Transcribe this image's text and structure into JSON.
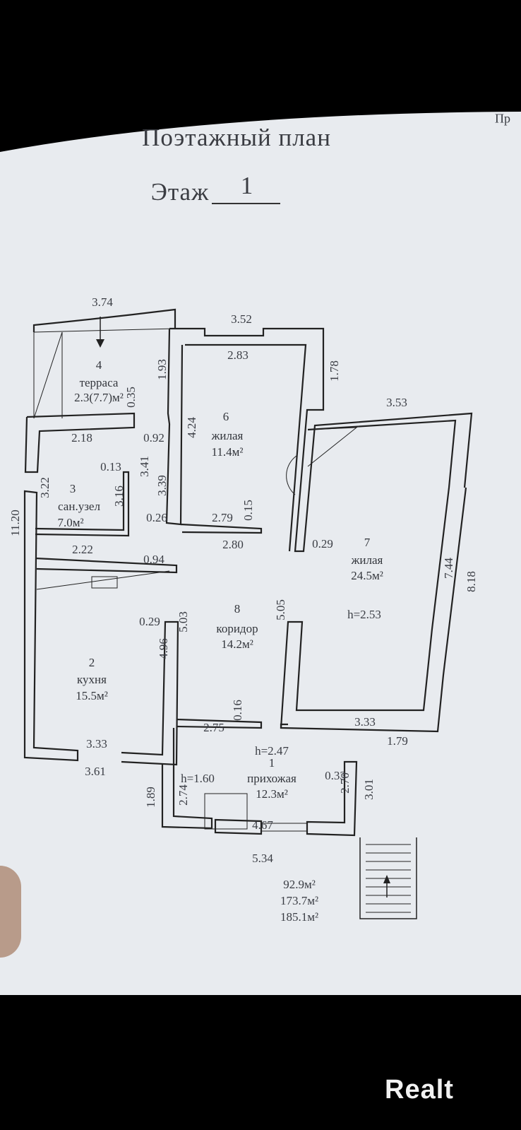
{
  "header_partial": "Пр",
  "title": "Поэтажный план",
  "floor_label": "Этаж",
  "floor_number": "1",
  "rooms": [
    {
      "num": "4",
      "name": "терраса",
      "area": "2.3(7.7)м²"
    },
    {
      "num": "6",
      "name": "жилая",
      "area": "11.4м²"
    },
    {
      "num": "3",
      "name": "сан.узел",
      "area": "7.0м²"
    },
    {
      "num": "7",
      "name": "жилая",
      "area": "24.5м²"
    },
    {
      "num": "8",
      "name": "коридор",
      "area": "14.2м²"
    },
    {
      "num": "2",
      "name": "кухня",
      "area": "15.5м²"
    },
    {
      "num": "1",
      "name": "прихожая",
      "area": "12.3м²"
    }
  ],
  "heights": [
    "h=2.53",
    "h=2.47",
    "h=1.60"
  ],
  "dims": [
    "3.74",
    "3.52",
    "2.83",
    "1.93",
    "1.78",
    "3.53",
    "0.35",
    "2.18",
    "0.92",
    "4.24",
    "0.13",
    "3.41",
    "3.39",
    "3.22",
    "3.16",
    "11.20",
    "0.26",
    "2.79",
    "0.15",
    "2.80",
    "0.29",
    "2.22",
    "0.94",
    "7.44",
    "8.18",
    "0.29",
    "5.03",
    "5.05",
    "4.96",
    "2.75",
    "0.16",
    "3.33",
    "1.79",
    "0.33",
    "3.33",
    "3.61",
    "2.70",
    "3.01",
    "2.74",
    "1.89",
    "4.67",
    "5.34"
  ],
  "totals": [
    "92.9м²",
    "173.7м²",
    "185.1м²"
  ],
  "watermark": "Realt",
  "colors": {
    "paper": "#e8ebef",
    "ink": "#2c2e33"
  }
}
